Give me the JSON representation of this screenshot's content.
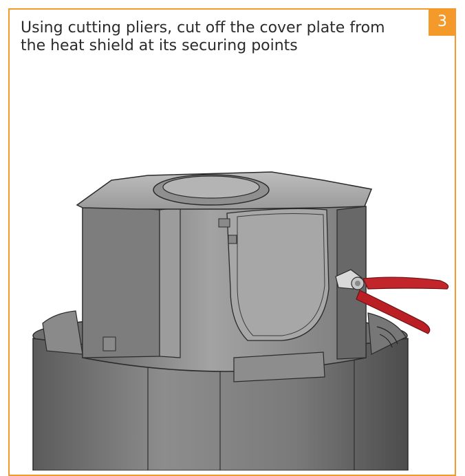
{
  "step": {
    "number": "3",
    "instruction": "Using cutting pliers, cut off the cover plate from the heat shield at its securing points"
  },
  "illustration": {
    "icon": "stove-heat-shield-with-cutting-pliers-illustration",
    "colors": {
      "metal_light": "#9b9b9b",
      "metal_mid": "#7a7a7a",
      "metal_dark": "#4f4f4f",
      "plier_handle": "#c2262b",
      "accent": "#f39a2b"
    }
  }
}
